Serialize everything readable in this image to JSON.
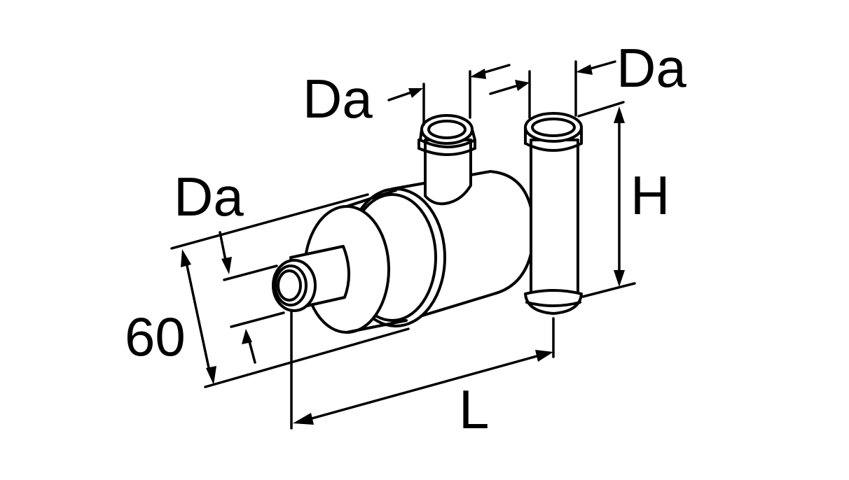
{
  "labels": {
    "da_top_left": "Da",
    "da_top_right": "Da",
    "da_inlet": "Da",
    "height": "H",
    "length": "L",
    "diameter_60": "60"
  }
}
